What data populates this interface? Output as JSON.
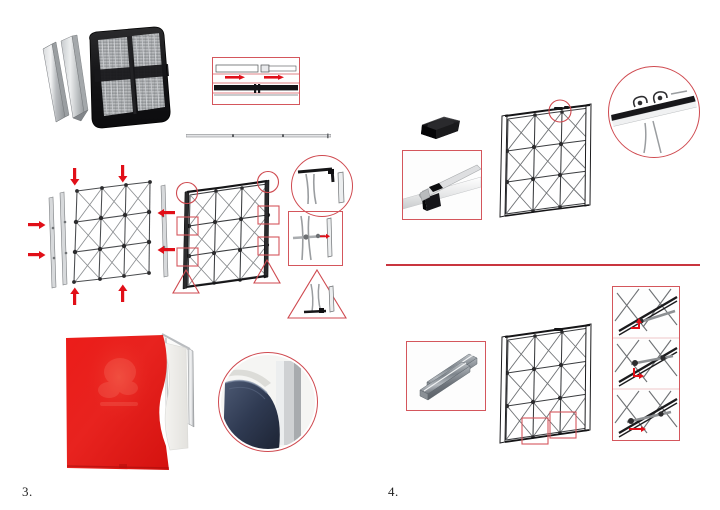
{
  "document": {
    "type": "assembly-instruction-sheet",
    "product": "pop-up display frame",
    "page_background": "#ffffff",
    "accent_color": "#c9353f",
    "callout_color": "#d4565c"
  },
  "steps": [
    {
      "id": "step-3",
      "number": "3.",
      "column": "left",
      "figures": [
        {
          "name": "carry-bag-photo",
          "kind": "photo",
          "caption": "",
          "description": "black carry bag containing folded aluminium rails with two loose rails beside it"
        },
        {
          "name": "rail-join-detail",
          "kind": "callout-rectangle",
          "shape": "rect",
          "arrows": [
            "left",
            "right"
          ],
          "description": "two rail halves sliding together, red arrows showing insertion direction"
        },
        {
          "name": "assembled-rail",
          "kind": "line-drawing",
          "description": "full length assembled rail shown below the detail box"
        },
        {
          "name": "frame-expand-diagram",
          "kind": "line-drawing",
          "arrows": [
            "down",
            "down",
            "right",
            "right",
            "left",
            "left",
            "up",
            "up"
          ],
          "arrow_count": 8,
          "description": "collapsed scissor frame being expanded, red arrows pressing inward from all sides"
        },
        {
          "name": "frame-locked-diagram",
          "kind": "line-drawing",
          "callouts": [
            "circle",
            "circle",
            "square",
            "square",
            "square",
            "square",
            "triangle",
            "triangle"
          ],
          "description": "expanded frame with vertical rails attached, callout markers at joints"
        },
        {
          "name": "joint-detail-circle",
          "kind": "callout-circle",
          "shape": "circle",
          "description": "top corner joint of rail and frame"
        },
        {
          "name": "joint-detail-square",
          "kind": "callout-rectangle",
          "shape": "rect",
          "arrows": [
            "left"
          ],
          "description": "mid hub clipping onto vertical rail"
        },
        {
          "name": "joint-detail-triangle",
          "kind": "callout-triangle",
          "shape": "triangle",
          "description": "bottom foot of rail meeting frame"
        },
        {
          "name": "fabric-graphic-photo",
          "kind": "photo",
          "color": "#e8231f",
          "description": "red fabric graphic being peeled back over the frame corner"
        },
        {
          "name": "fabric-edge-circle",
          "kind": "callout-circle",
          "shape": "circle",
          "description": "close up of fabric edge wrapping around aluminium upright"
        }
      ]
    },
    {
      "id": "step-4",
      "number": "4.",
      "column": "right",
      "figures": [
        {
          "name": "clip-photo",
          "kind": "photo",
          "description": "black plastic magnet clip"
        },
        {
          "name": "clip-mounting-detail",
          "kind": "callout-rectangle",
          "shape": "rect",
          "description": "clip being pressed onto the edge of the rail"
        },
        {
          "name": "frame-with-clips-diagram",
          "kind": "line-drawing",
          "callouts": [
            "circle"
          ],
          "description": "assembled frame with vertical rails, circle callout on top bar"
        },
        {
          "name": "hook-detail-circle",
          "kind": "callout-circle",
          "shape": "circle",
          "description": "hooks hanging the graphic over the top bar"
        },
        {
          "name": "aluminium-bar-photo",
          "kind": "photo",
          "description": "two extruded aluminium bars"
        },
        {
          "name": "frame-with-bars-diagram",
          "kind": "line-drawing",
          "callouts": [
            "square",
            "square"
          ],
          "description": "frame with callout squares on the lower hubs"
        },
        {
          "name": "bar-fitting-sequence",
          "kind": "callout-sequence",
          "panels": 3,
          "arrows": [
            "up-left",
            "down",
            "right"
          ],
          "description": "three stacked panels showing the bar being hooked into the hub"
        }
      ]
    }
  ]
}
